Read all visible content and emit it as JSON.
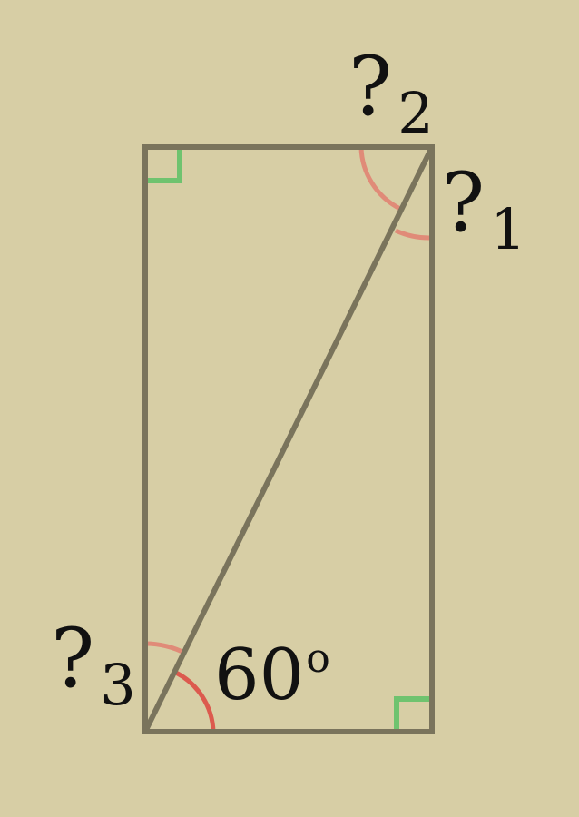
{
  "labels": {
    "angle1_symbol": "?",
    "angle1_index": "1",
    "angle2_symbol": "?",
    "angle2_index": "2",
    "angle3_symbol": "?",
    "angle3_index": "3",
    "given_angle_value": "60",
    "given_angle_unit": "o"
  },
  "colors": {
    "background": "#d7cea5",
    "shape_stroke": "#7a745c",
    "right_angle_mark": "#6fc36f",
    "unknown_angle_arc": "#e08b78",
    "given_angle_arc": "#dc5a4e"
  }
}
